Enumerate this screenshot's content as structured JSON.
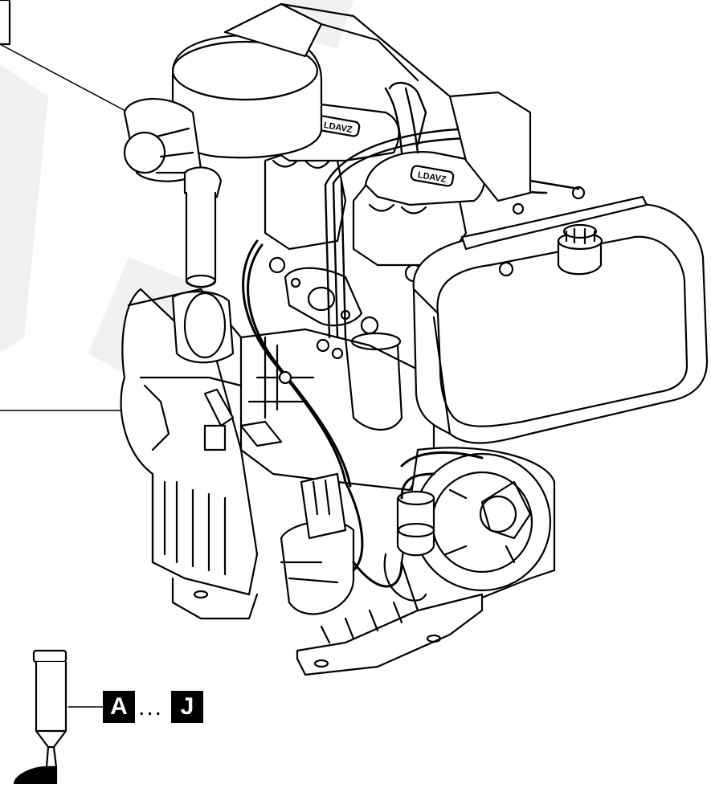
{
  "callout": {
    "first_label": "A",
    "ellipsis": "...",
    "last_label": "J"
  },
  "engine": {
    "rocker_cover_logo_1": "LDAVZ",
    "rocker_cover_logo_2": "LDAVZ"
  },
  "watermark": {
    "text": "www.vo"
  },
  "colors": {
    "line": "#000000",
    "background": "#ffffff",
    "label_fill": "#000000",
    "label_text": "#ffffff"
  }
}
